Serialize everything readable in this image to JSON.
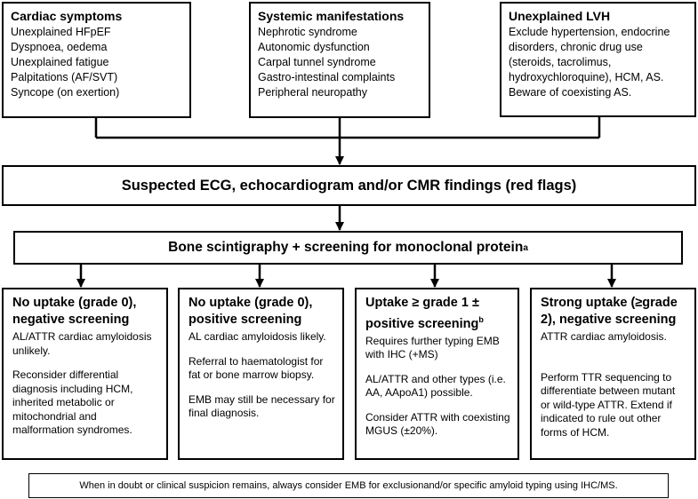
{
  "top": {
    "cardiac": {
      "title": "Cardiac symptoms",
      "items": [
        "Unexplained HFpEF",
        "Dyspnoea, oedema",
        "Unexplained fatigue",
        "Palpitations (AF/SVT)",
        "Syncope (on exertion)"
      ]
    },
    "systemic": {
      "title": "Systemic manifestations",
      "items": [
        "Nephrotic syndrome",
        "Autonomic dysfunction",
        "Carpal tunnel syndrome",
        "Gastro-intestinal complaints",
        "Peripheral neuropathy"
      ]
    },
    "lvh": {
      "title": "Unexplained LVH",
      "text": "Exclude hypertension, endocrine disorders, chronic drug use (steroids, tacrolimus, hydroxychloroquine), HCM, AS. Beware of coexisting AS."
    }
  },
  "red_flags": "Suspected ECG, echocardiogram and/or CMR findings (red flags)",
  "scintigraphy": {
    "text": "Bone scintigraphy + screening for monoclonal protein",
    "sup": "a"
  },
  "outcomes": [
    {
      "title": "No uptake (grade 0), negative screening",
      "lead": "AL/ATTR cardiac amyloidosis unlikely.",
      "notes": [
        "Reconsider differential diagnosis including HCM, inherited metabolic or mitochondrial and malformation syndromes."
      ]
    },
    {
      "title": "No uptake (grade 0), positive screening",
      "lead": "AL cardiac amyloidosis likely.",
      "notes": [
        "Referral to haematologist for fat or bone marrow biopsy.",
        "EMB may still be necessary for final diagnosis."
      ]
    },
    {
      "title": "Uptake ≥ grade 1 ± positive screening",
      "title_sup": "b",
      "lead": "Requires further typing EMB with IHC (+MS)",
      "notes": [
        "AL/ATTR and other types (i.e. AA, AApoA1) possible.",
        "Consider ATTR with coexisting MGUS (±20%)."
      ]
    },
    {
      "title": "Strong uptake (≥grade 2), negative screening",
      "lead": "ATTR cardiac amyloidosis.",
      "notes": [
        "Perform TTR sequencing to differentiate between mutant or wild-type ATTR. Extend if indicated to rule out other forms of HCM."
      ]
    }
  ],
  "footer": "When in doubt or clinical suspicion remains, always consider EMB for exclusionand/or specific amyloid typing using IHC/MS."
}
